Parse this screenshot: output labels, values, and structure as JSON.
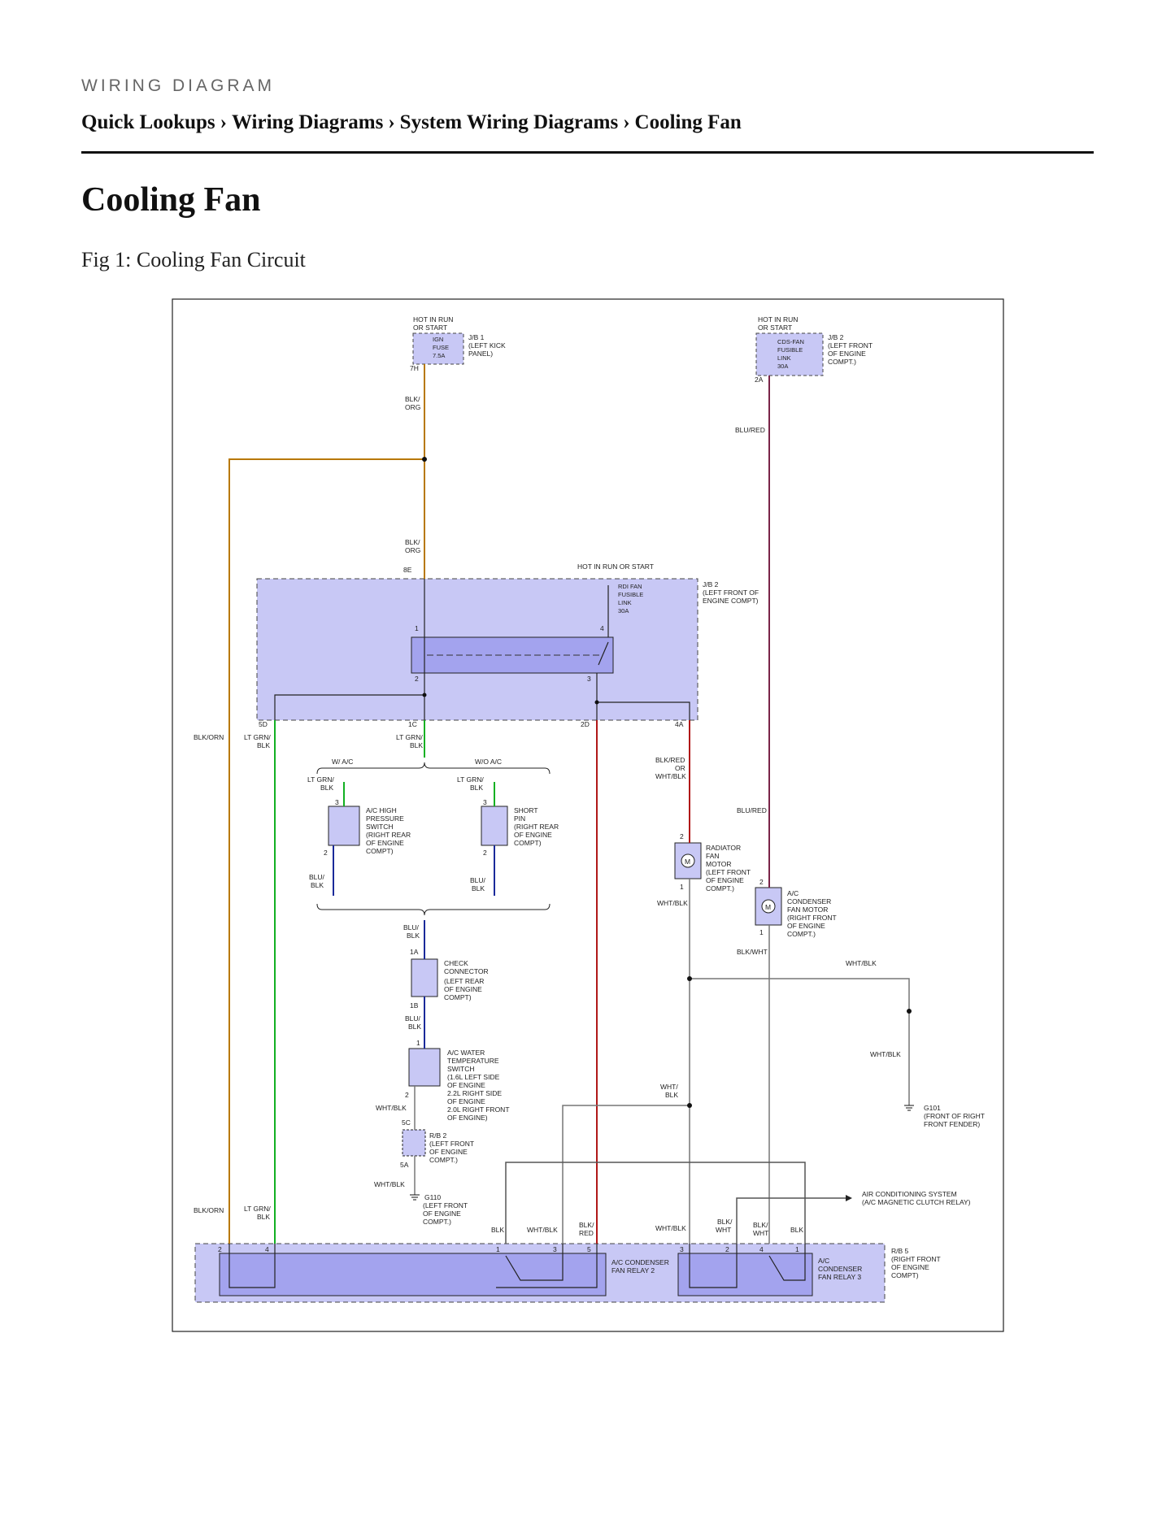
{
  "header": {
    "kicker": "WIRING DIAGRAM",
    "breadcrumb": [
      "Quick Lookups",
      "Wiring Diagrams",
      "System Wiring Diagrams",
      "Cooling Fan"
    ],
    "separator": "›"
  },
  "page_title": "Cooling Fan",
  "figure_caption": "Fig 1: Cooling Fan Circuit",
  "colors": {
    "component_fill": "#c8c8f5",
    "relay_fill": "#a3a3ee",
    "wire_blk_org": "#b87800",
    "wire_lt_grn": "#12b022",
    "wire_blu": "#1a2a9a",
    "wire_red": "#b01818",
    "wire_blu_red": "#7a2448",
    "wire_wht_blk": "#777777"
  },
  "diagram": {
    "labels": {
      "hot_run_1": "HOT IN RUN",
      "hot_run_2": "OR START",
      "ign_fuse_1": "IGN",
      "ign_fuse_2": "FUSE",
      "ign_fuse_3": "7.5A",
      "jb1_1": "J/B 1",
      "jb1_2": "(LEFT KICK",
      "jb1_3": "PANEL)",
      "pin_7h": "7H",
      "hot_run_b1": "HOT IN RUN",
      "hot_run_b2": "OR START",
      "cds_1": "CDS-FAN",
      "cds_2": "FUSIBLE",
      "cds_3": "LINK",
      "cds_4": "30A",
      "jb2a_1": "J/B 2",
      "jb2a_2": "(LEFT FRONT",
      "jb2a_3": "OF ENGINE",
      "jb2a_4": "COMPT.)",
      "pin_2a": "2A",
      "blk_1": "BLK/",
      "org_1": "ORG",
      "blu_red_1": "BLU/RED",
      "blk_2": "BLK/",
      "org_2": "ORG",
      "pin_8e": "8E",
      "hot_run_start": "HOT IN RUN OR START",
      "rdi_1": "RDI FAN",
      "rdi_2": "FUSIBLE",
      "rdi_3": "LINK",
      "rdi_4": "30A",
      "jb2b_1": "J/B 2",
      "jb2b_2": "(LEFT FRONT OF",
      "jb2b_3": "ENGINE COMPT)",
      "r_pin1": "1",
      "r_pin4": "4",
      "r_pin2": "2",
      "r_pin3": "3",
      "pin_5d": "5D",
      "pin_1c": "1C",
      "pin_2d": "2D",
      "pin_4a": "4A",
      "blk_orn_1": "BLK/ORN",
      "ltgrn_a1": "LT GRN/",
      "ltgrn_a2": "BLK",
      "ltgrn_b1": "LT GRN/",
      "ltgrn_b2": "BLK",
      "w_ac": "W/ A/C",
      "wo_ac": "W/O A/C",
      "ltgrn_c1": "LT GRN/",
      "ltgrn_c2": "BLK",
      "ltgrn_d1": "LT GRN/",
      "ltgrn_d2": "BLK",
      "blkred_1": "BLK/RED",
      "blkred_2": "OR",
      "blkred_3": "WHT/BLK",
      "blu_red_2": "BLU/RED",
      "hp_pin3": "3",
      "hp_pin2": "2",
      "hp_1": "A/C HIGH",
      "hp_2": "PRESSURE",
      "hp_3": "SWITCH",
      "hp_4": "(RIGHT REAR",
      "hp_5": "OF ENGINE",
      "hp_6": "COMPT)",
      "sp_pin3": "3",
      "sp_pin2": "2",
      "sp_1": "SHORT",
      "sp_2": "PIN",
      "sp_3": "(RIGHT REAR",
      "sp_4": "OF ENGINE",
      "sp_5": "COMPT)",
      "rf_pin2": "2",
      "rf_pin1": "1",
      "rf_1": "RADIATOR",
      "rf_2": "FAN",
      "rf_3": "MOTOR",
      "rf_4": "(LEFT FRONT",
      "rf_5": "OF ENGINE",
      "rf_6": "COMPT.)",
      "motor_m1": "M",
      "motor_m2": "M",
      "acm_pin2": "2",
      "acm_pin1": "1",
      "acm_1": "A/C",
      "acm_2": "CONDENSER",
      "acm_3": "FAN MOTOR",
      "acm_4": "(RIGHT FRONT",
      "acm_5": "OF ENGINE",
      "acm_6": "COMPT.)",
      "blu_blk_a1": "BLU/",
      "blu_blk_a2": "BLK",
      "blu_blk_b1": "BLU/",
      "blu_blk_b2": "BLK",
      "wht_blk_1": "WHT/BLK",
      "blk_wht_1": "BLK/WHT",
      "wht_blk_2": "WHT/BLK",
      "blu_blk_c1": "BLU/",
      "blu_blk_c2": "BLK",
      "pin_1a": "1A",
      "cc_1": "CHECK",
      "cc_2": "CONNECTOR",
      "cc_3": "(LEFT REAR",
      "cc_4": "OF ENGINE",
      "cc_5": "COMPT)",
      "pin_1b": "1B",
      "blu_blk_d1": "BLU/",
      "blu_blk_d2": "BLK",
      "wt_pin1": "1",
      "wt_pin2": "2",
      "wt_1": "A/C WATER",
      "wt_2": "TEMPERATURE",
      "wt_3": "SWITCH",
      "wt_4": "(1.6L LEFT SIDE",
      "wt_5": "OF ENGINE",
      "wt_6": "2.2L RIGHT SIDE",
      "wt_7": "OF ENGINE",
      "wt_8": "2.0L RIGHT FRONT",
      "wt_9": "OF ENGINE)",
      "wht_blk_3": "WHT/BLK",
      "wht_blk_4": "WHT/BLK",
      "pin_5c": "5C",
      "rb2_1": "R/B 2",
      "rb2_2": "(LEFT FRONT",
      "rb2_3": "OF ENGINE",
      "rb2_4": "COMPT.)",
      "pin_5a": "5A",
      "wht_blk_5": "WHT/BLK",
      "wht_1": "WHT/",
      "wht_2": "BLK",
      "g101_1": "G101",
      "g101_2": "(FRONT OF RIGHT",
      "g101_3": "FRONT FENDER)",
      "g110_1": "G110",
      "g110_2": "(LEFT FRONT",
      "g110_3": "OF ENGINE",
      "g110_4": "COMPT.)",
      "acs_1": "AIR CONDITIONING SYSTEM",
      "acs_2": "(A/C MAGNETIC CLUTCH RELAY)",
      "blk_orn_2": "BLK/ORN",
      "ltgrn_e1": "LT GRN/",
      "ltgrn_e2": "BLK",
      "w_blk_1": "BLK",
      "w_whtblk_1": "WHT/BLK",
      "w_blkred_1": "BLK/",
      "w_blkred_2": "RED",
      "w_whtblk_2": "WHT/BLK",
      "w_blkwht_a1": "BLK/",
      "w_blkwht_a2": "WHT",
      "w_blkwht_b1": "BLK/",
      "w_blkwht_b2": "WHT",
      "w_blk_2": "BLK",
      "r2_p2": "2",
      "r2_p4": "4",
      "r2_p1": "1",
      "r2_p3": "3",
      "r2_p5": "5",
      "r2_1": "A/C CONDENSER",
      "r2_2": "FAN RELAY 2",
      "r3_p3": "3",
      "r3_p2": "2",
      "r3_p4": "4",
      "r3_p1": "1",
      "r3_1": "A/C",
      "r3_2": "CONDENSER",
      "r3_3": "FAN RELAY 3",
      "rb5_1": "R/B 5",
      "rb5_2": "(RIGHT FRONT",
      "rb5_3": "OF ENGINE",
      "rb5_4": "COMPT)"
    }
  }
}
